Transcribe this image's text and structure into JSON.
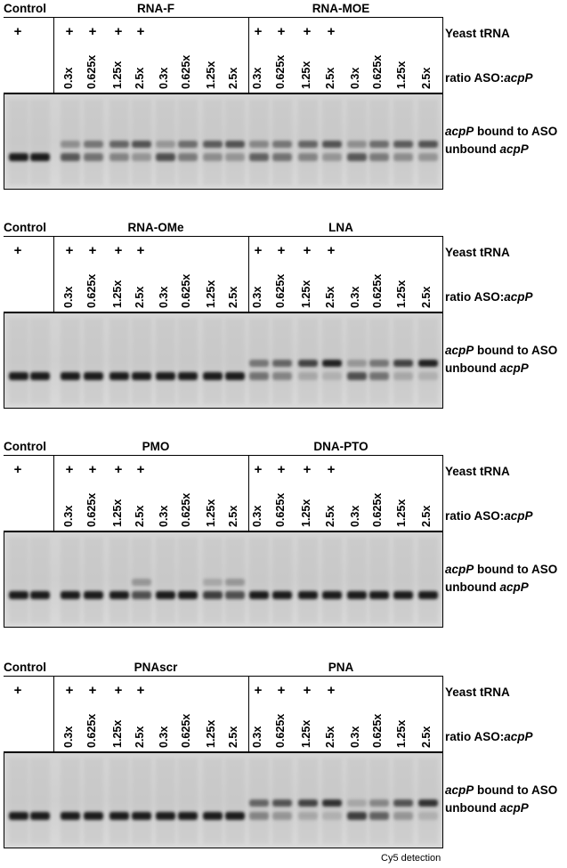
{
  "side_labels": {
    "yeast_trna": "Yeast tRNA",
    "ratio_prefix": "ratio ASO:",
    "ratio_italic": "acpP",
    "bound_italic": "acpP",
    "bound_suffix": " bound to ASO",
    "unbound_prefix": "unbound ",
    "unbound_italic": "acpP"
  },
  "plus_symbol": "+",
  "ratios": [
    "0.3x",
    "0.625x",
    "1.25x",
    "2.5x",
    "0.3x",
    "0.625x",
    "1.25x",
    "2.5x"
  ],
  "footer": "Cy5 detection",
  "panels": [
    {
      "control": "Control",
      "group1": "RNA-F",
      "group2": "RNA-MOE"
    },
    {
      "control": "Control",
      "group1": "RNA-OMe",
      "group2": "LNA"
    },
    {
      "control": "Control",
      "group1": "PMO",
      "group2": "DNA-PTO"
    },
    {
      "control": "Control",
      "group1": "PNAscr",
      "group2": "PNA"
    }
  ],
  "band_pattern": {
    "panel_0": {
      "g1_shift": [
        0.35,
        0.5,
        0.6,
        0.7,
        0.3,
        0.55,
        0.65,
        0.7
      ],
      "g2_shift": [
        0.4,
        0.5,
        0.6,
        0.7,
        0.35,
        0.55,
        0.65,
        0.7
      ]
    },
    "panel_1": {
      "g1_shift": [
        0,
        0,
        0,
        0,
        0,
        0,
        0,
        0
      ],
      "g2_shift": [
        0.5,
        0.6,
        0.8,
        1.0,
        0.3,
        0.5,
        0.8,
        1.0
      ]
    },
    "panel_2": {
      "g1_shift": [
        0,
        0,
        0,
        0.3,
        0,
        0,
        0.2,
        0.3
      ],
      "g2_shift": [
        0,
        0,
        0,
        0,
        0,
        0,
        0,
        0
      ]
    },
    "panel_3": {
      "g1_shift": [
        0,
        0,
        0,
        0,
        0,
        0,
        0,
        0
      ],
      "g2_shift": [
        0.6,
        0.7,
        0.8,
        0.9,
        0.2,
        0.4,
        0.7,
        0.9
      ]
    }
  }
}
